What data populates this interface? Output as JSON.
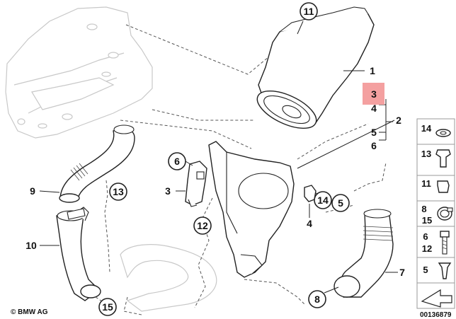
{
  "diagram": {
    "callouts": {
      "c11": "11",
      "c6": "6",
      "c3": "3",
      "c13": "13",
      "c12": "12",
      "c14": "14",
      "c5_circle": "5",
      "c8": "8",
      "c15": "15"
    },
    "labels": {
      "l1": "1",
      "l3": "3",
      "l4": "4",
      "l2": "2",
      "l5": "5",
      "l6": "6",
      "l9": "9",
      "l3_left": "3",
      "l4_center": "4",
      "l10": "10",
      "l7": "7"
    },
    "highlight_color": "#f4a0a0",
    "side_panel": [
      {
        "label": "14"
      },
      {
        "label": "13"
      },
      {
        "label": "11"
      },
      {
        "label": "8",
        "label2": "15"
      },
      {
        "label": "6",
        "label2": "12"
      },
      {
        "label": "5"
      }
    ],
    "copyright": "© BMW AG",
    "doc_number": "00136879"
  }
}
